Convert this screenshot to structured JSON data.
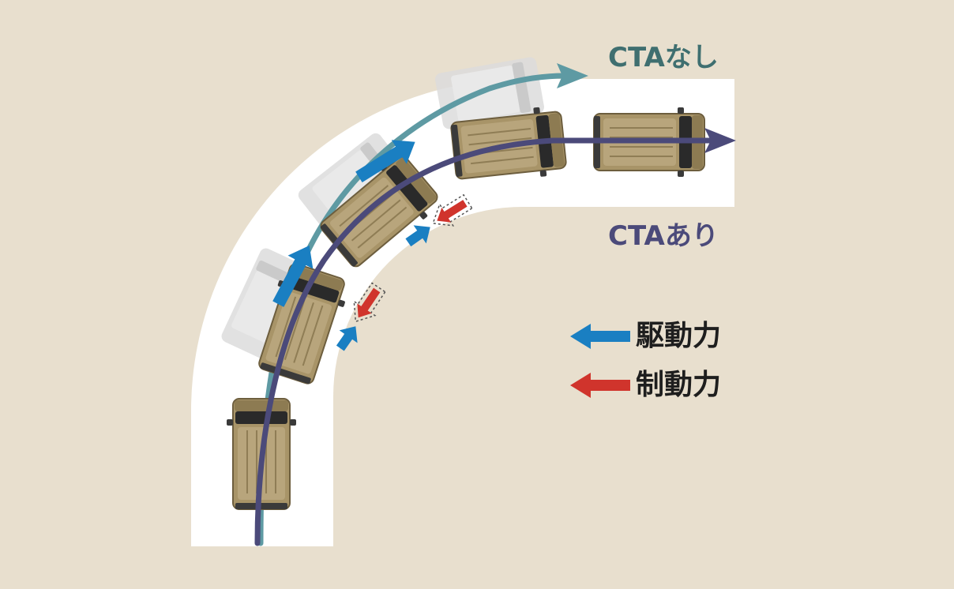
{
  "labels": {
    "without_cta": "CTAなし",
    "with_cta": "CTAあり"
  },
  "legend": [
    {
      "label": "駆動力",
      "color": "#1a7fc2"
    },
    {
      "label": "制動力",
      "color": "#d0342c"
    }
  ],
  "colors": {
    "background": "#e8dfce",
    "road": "#ffffff",
    "path_without_cta": "#5e9aa3",
    "path_with_cta": "#4b4a7a",
    "van_body": "#a89468",
    "van_ghost": "#d9d9d9",
    "drive_arrow": "#1a7fc2",
    "brake_arrow": "#d0342c"
  },
  "icons": [
    "van-icon",
    "arrow-icon"
  ]
}
